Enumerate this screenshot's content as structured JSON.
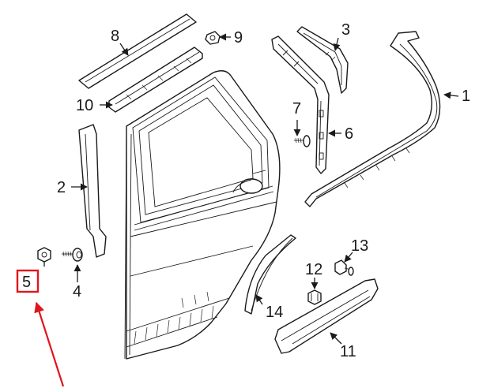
{
  "diagram": {
    "title": "Rear door moulding and trim parts diagram",
    "callouts": [
      {
        "id": "1",
        "label": "1"
      },
      {
        "id": "2",
        "label": "2"
      },
      {
        "id": "3",
        "label": "3"
      },
      {
        "id": "4",
        "label": "4"
      },
      {
        "id": "5",
        "label": "5"
      },
      {
        "id": "6",
        "label": "6"
      },
      {
        "id": "7",
        "label": "7"
      },
      {
        "id": "8",
        "label": "8"
      },
      {
        "id": "9",
        "label": "9"
      },
      {
        "id": "10",
        "label": "10"
      },
      {
        "id": "11",
        "label": "11"
      },
      {
        "id": "12",
        "label": "12"
      },
      {
        "id": "13",
        "label": "13"
      },
      {
        "id": "14",
        "label": "14"
      }
    ],
    "highlight": {
      "callout": "5",
      "color": "#e0161c"
    },
    "line_color": "#1a1a1a"
  }
}
